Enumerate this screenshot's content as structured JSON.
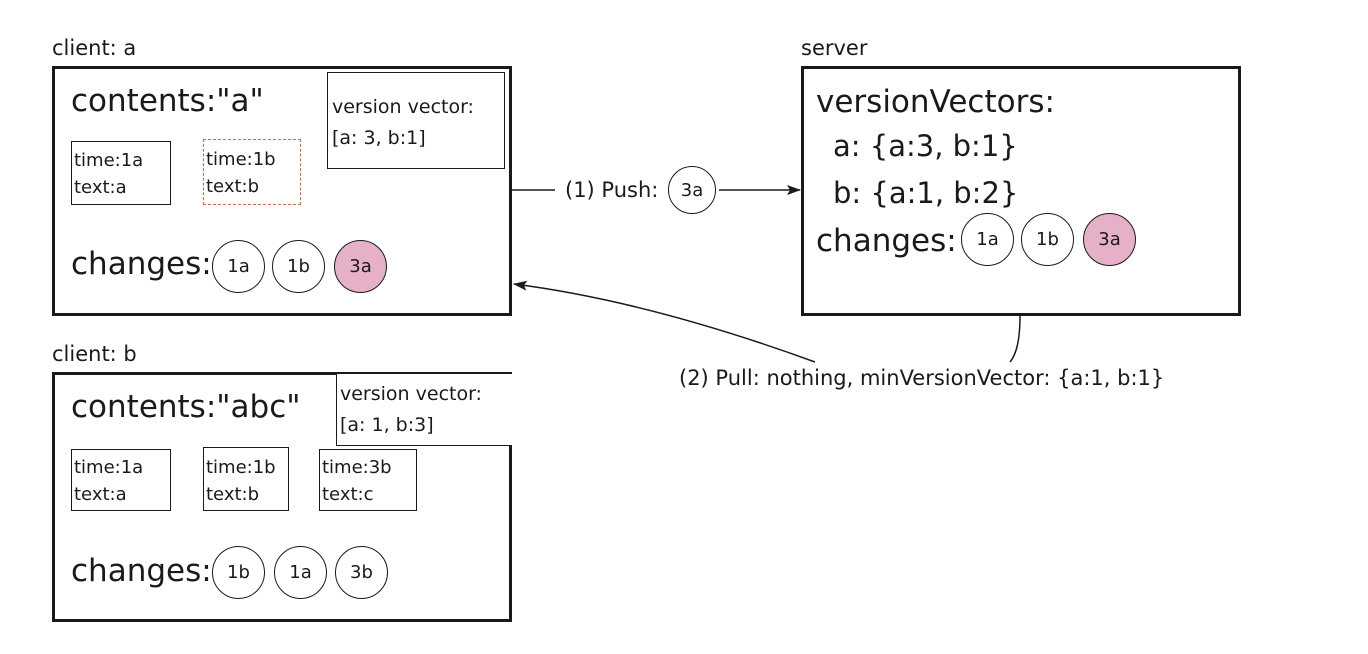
{
  "client_a": {
    "title": "client: a",
    "contents": "contents:\"a\"",
    "version_vector_label": "version vector:",
    "version_vector_value": "[a: 3, b:1]",
    "items": [
      {
        "time": "time:1a",
        "text": "text:a"
      },
      {
        "time": "time:1b",
        "text": "text:b"
      }
    ],
    "changes_label": "changes:",
    "changes": [
      "1a",
      "1b",
      "3a"
    ]
  },
  "client_b": {
    "title": "client: b",
    "contents": "contents:\"abc\"",
    "version_vector_label": "version vector:",
    "version_vector_value": "[a: 1, b:3]",
    "items": [
      {
        "time": "time:1a",
        "text": "text:a"
      },
      {
        "time": "time:1b",
        "text": "text:b"
      },
      {
        "time": "time:3b",
        "text": "text:c"
      }
    ],
    "changes_label": "changes:",
    "changes": [
      "1b",
      "1a",
      "3b"
    ]
  },
  "server": {
    "title": "server",
    "version_vectors_label": "versionVectors:",
    "vector_a": "a: {a:3, b:1}",
    "vector_b": "b: {a:1, b:2}",
    "changes_label": "changes:",
    "changes": [
      "1a",
      "1b",
      "3a"
    ]
  },
  "push": {
    "label": "(1) Push:",
    "change": "3a"
  },
  "pull": {
    "label": "(2) Pull: nothing, minVersionVector: {a:1, b:1}"
  },
  "colors": {
    "highlight_fill": "#e6b1c8",
    "pending_border": "#e0604a",
    "stroke": "#1a1a1a"
  }
}
